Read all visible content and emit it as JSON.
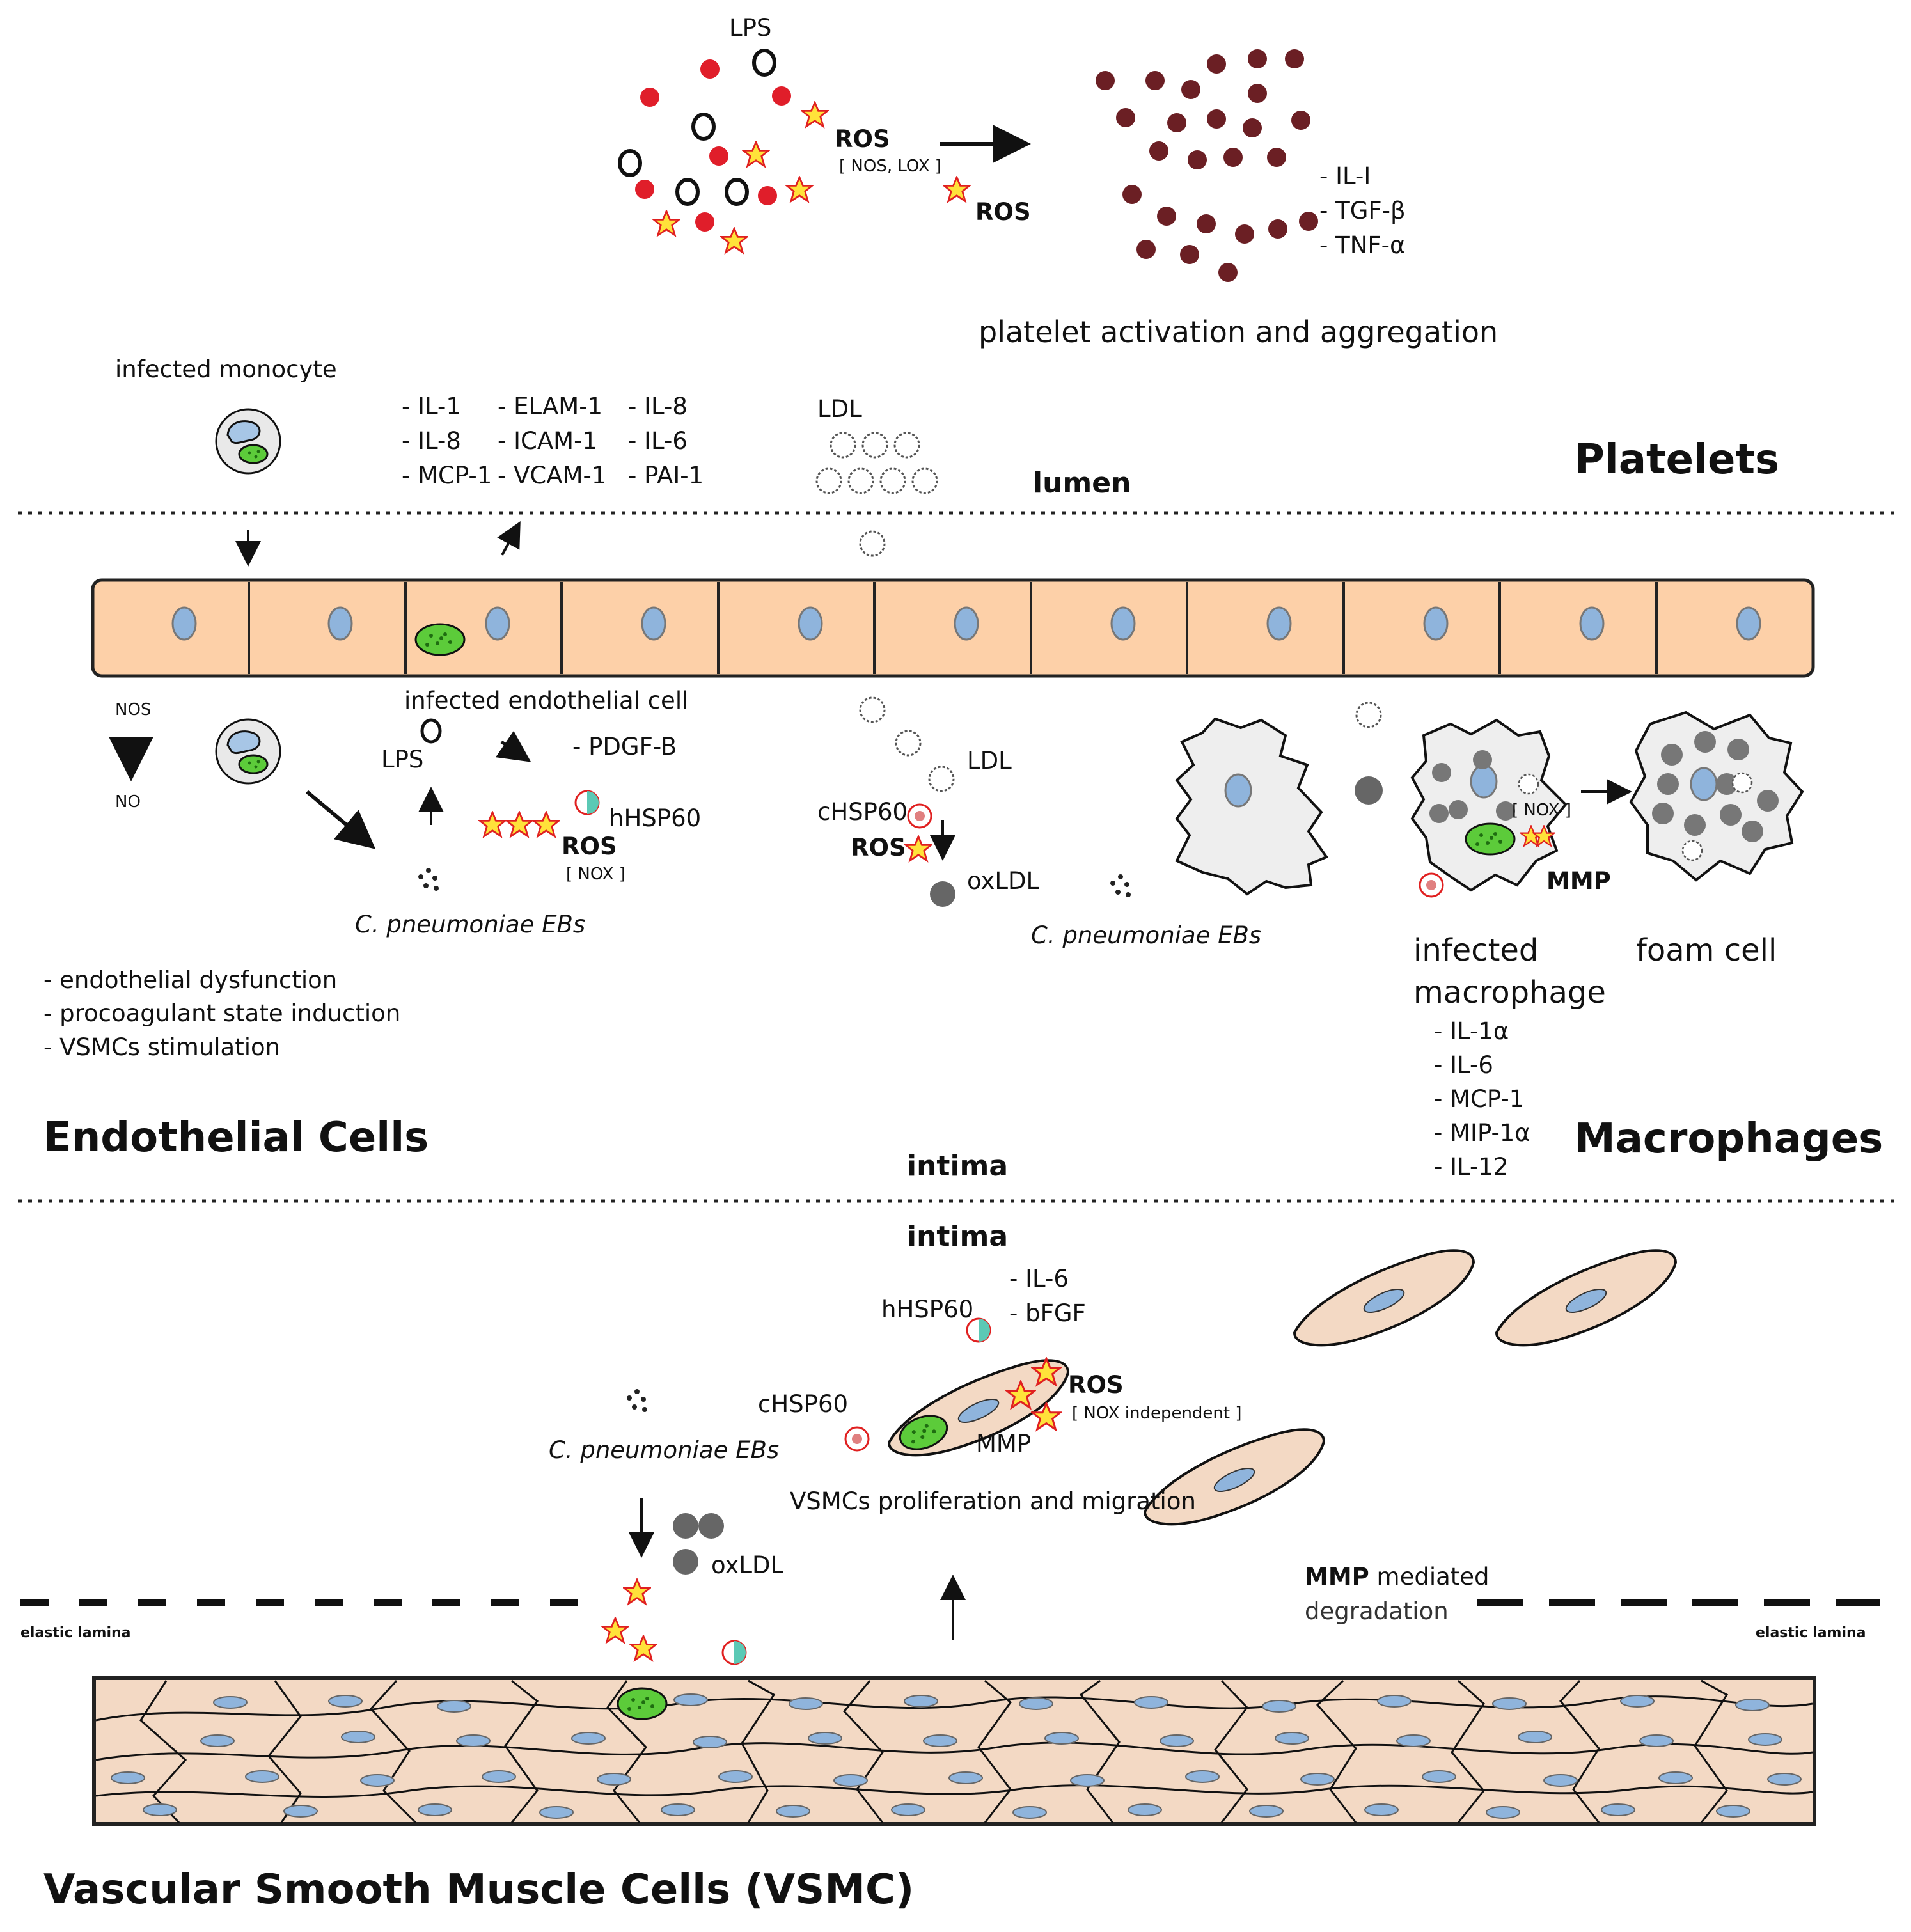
{
  "platelets": {
    "lps": "LPS",
    "ros_1": "ROS",
    "ros_1_note": "[ NOS, LOX ]",
    "ros_2": "ROS",
    "cytokines": [
      "- IL-I",
      "- TGF-β",
      "- TNF-α"
    ],
    "caption": "platelet activation and aggregation",
    "section_title": "Platelets"
  },
  "lumen": {
    "infected_monocyte": "infected monocyte",
    "cytokine_col1": [
      "- IL-1",
      "- IL-8",
      "- MCP-1"
    ],
    "cytokine_col2": [
      "- ELAM-1",
      "- ICAM-1",
      "- VCAM-1"
    ],
    "cytokine_col3": [
      "- IL-8",
      "- IL-6",
      "- PAI-1"
    ],
    "ldl": "LDL",
    "label": "lumen"
  },
  "endothelial": {
    "infected_endothelial_cell": "infected endothelial cell",
    "nos": "NOS",
    "no": "NO",
    "lps": "LPS",
    "pdgf": "- PDGF-B",
    "hhsp60": "hHSP60",
    "ros": "ROS",
    "ros_note": "[ NOX ]",
    "eb": "C. pneumoniae EBs",
    "effects": [
      "- endothelial dysfunction",
      "- procoagulant state induction",
      "- VSMCs stimulation"
    ],
    "section_title": "Endothelial Cells",
    "intima_label": "intima"
  },
  "macrophages": {
    "ldl": "LDL",
    "chsp60": "cHSP60",
    "ros": "ROS",
    "oxldl": "oxLDL",
    "eb": "C. pneumoniae EBs",
    "nox": "[ NOX ]",
    "mmp": "MMP",
    "infected_macrophage": [
      "infected",
      "macrophage"
    ],
    "foam_cell": "foam cell",
    "cytokines": [
      "- IL-1α",
      "- IL-6",
      "- MCP-1",
      "- MIP-1α",
      "- IL-12"
    ],
    "section_title": "Macrophages"
  },
  "vsmc": {
    "intima_label": "intima",
    "il6": "- IL-6",
    "bfgf": "- bFGF",
    "hhsp60": "hHSP60",
    "chsp60": "cHSP60",
    "ros": "ROS",
    "ros_note": "[ NOX independent ]",
    "mmp": "MMP",
    "eb": "C. pneumoniae EBs",
    "proliferation": "VSMCs proliferation and migration",
    "oxldl": "oxLDL",
    "mmp_bold": "MMP",
    "mediated": " mediated",
    "degradation": "degradation",
    "elastic_left": "elastic lamina",
    "elastic_right": "elastic lamina",
    "section_title": "Vascular Smooth Muscle Cells (VSMC)"
  },
  "colors": {
    "endothelium_fill": "#fdd0a8",
    "nucleus_blue": "#8fb4dc",
    "platelet_dark": "#6b1f24",
    "lps_red": "#e01e2a",
    "chlamydia_green": "#5ccb3a",
    "hsp_teal": "#5bc9b5",
    "star_yellow": "#ffe23a",
    "vsmc_fill": "#f3d9c4",
    "macrophage_fill": "#eeeeee",
    "oxldl_gray": "#666666"
  }
}
